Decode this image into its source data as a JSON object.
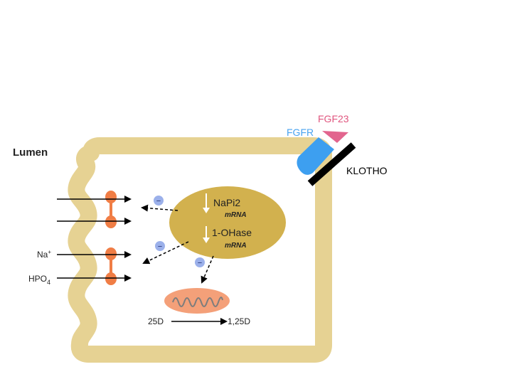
{
  "labels": {
    "lumen": "Lumen",
    "fgf23": "FGF23",
    "fgfr": "FGFR",
    "klotho": "KLOTHO",
    "na": "Na",
    "na_sup": "+",
    "hpo": "HPO",
    "hpo_sub": "4",
    "napi2": "NaPi2",
    "napi2_mrna": "mRNA",
    "ohase": "1-OHase",
    "ohase_mrna": "mRNA",
    "d25": "25D",
    "d125": "1,25D",
    "minus": "−"
  },
  "colors": {
    "cell_wall": "#e6d293",
    "nucleus": "#d2b14e",
    "transporter": "#f07d45",
    "mitochondrion": "#f4a079",
    "mito_squiggle": "#7d7d7d",
    "inhibit_circle": "#9bb0ea",
    "fgfr": "#3d9ff0",
    "fgf23": "#e2658e",
    "fgf23_label": "#e0567f",
    "fgfr_label": "#48a3f0",
    "klotho": "#000000"
  }
}
